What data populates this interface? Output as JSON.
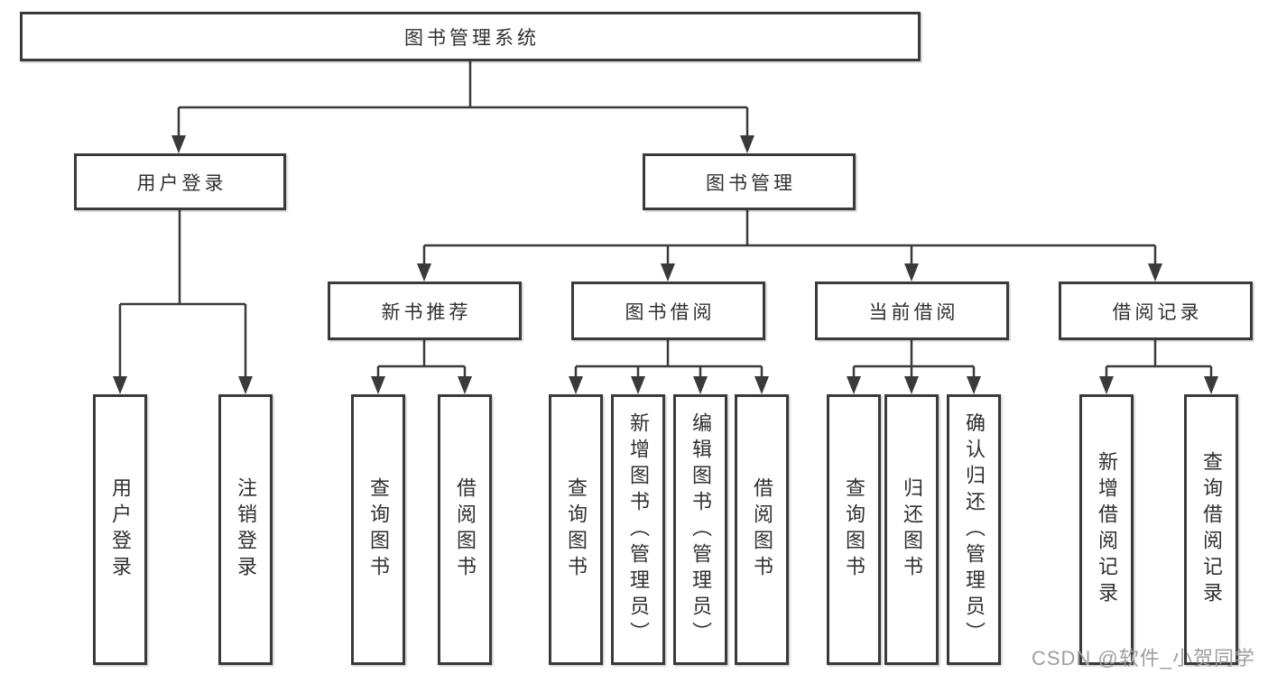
{
  "diagram": {
    "root": {
      "label": "图书管理系统"
    },
    "branches": [
      {
        "label": "用户登录",
        "children": [
          {
            "label": "用户登录"
          },
          {
            "label": "注销登录"
          }
        ]
      },
      {
        "label": "图书管理",
        "children": [
          {
            "label": "新书推荐",
            "children": [
              {
                "label": "查询图书"
              },
              {
                "label": "借阅图书"
              }
            ]
          },
          {
            "label": "图书借阅",
            "children": [
              {
                "label": "查询图书"
              },
              {
                "label": "新增图书（管理员）"
              },
              {
                "label": "编辑图书（管理员）"
              },
              {
                "label": "借阅图书"
              }
            ]
          },
          {
            "label": "当前借阅",
            "children": [
              {
                "label": "查询图书"
              },
              {
                "label": "归还图书"
              },
              {
                "label": "确认归还（管理员）"
              }
            ]
          },
          {
            "label": "借阅记录",
            "children": [
              {
                "label": "新增借阅记录"
              },
              {
                "label": "查询借阅记录"
              }
            ]
          }
        ]
      }
    ]
  },
  "watermark": {
    "text": "CSDN @软件_小贺同学"
  },
  "colors": {
    "line": "#3a3a3a",
    "text": "#303030",
    "watermark": "#9f9f9f",
    "background": "#ffffff"
  }
}
